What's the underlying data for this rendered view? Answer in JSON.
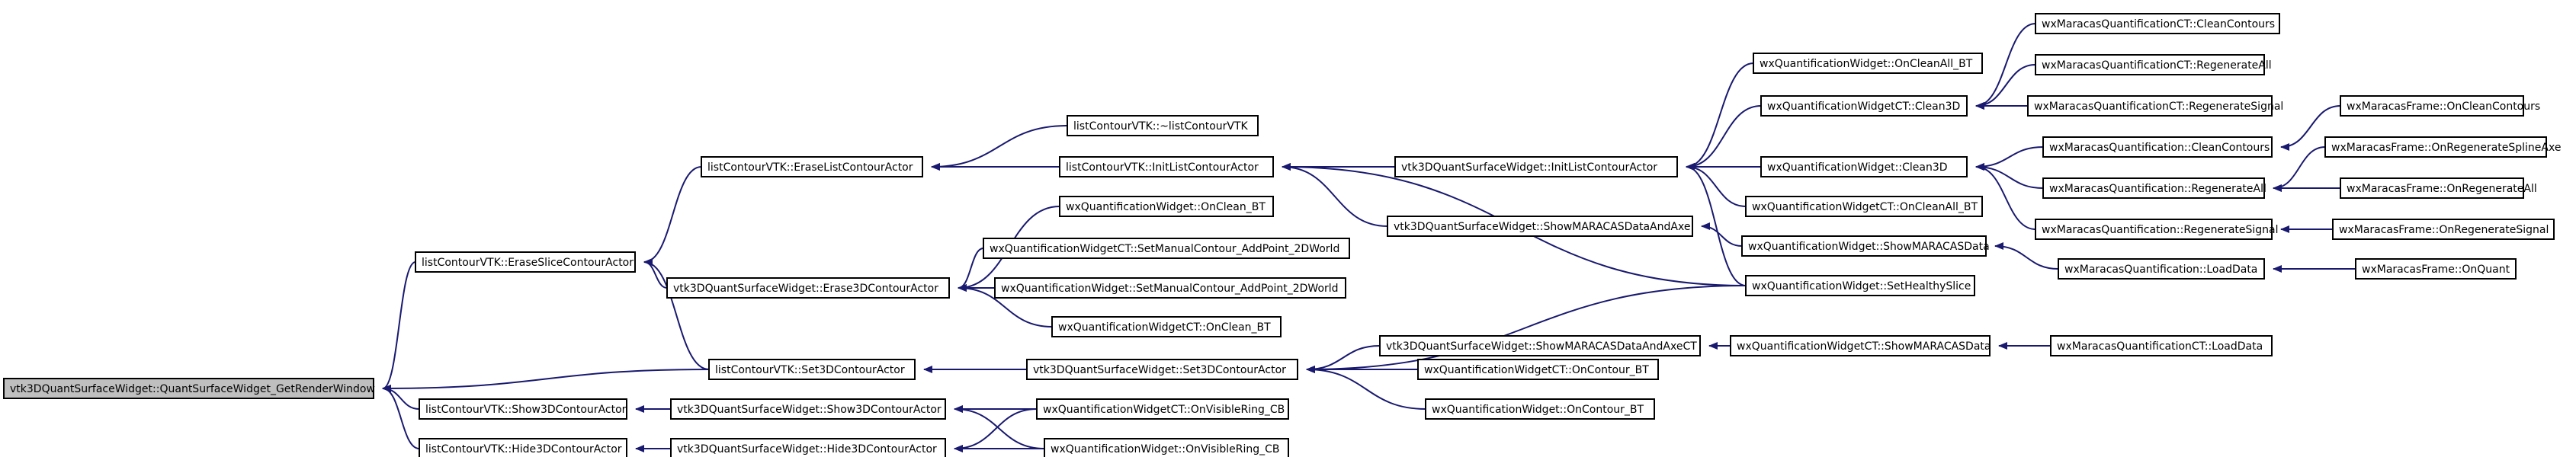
{
  "graph": {
    "type": "caller-graph",
    "colors": {
      "edge": "#191970",
      "root_fill": "#bfbfbf",
      "node_fill": "#ffffff",
      "border": "#000000"
    },
    "nodes": [
      {
        "id": "n0",
        "label": "vtk3DQuantSurfaceWidget::QuantSurfaceWidget_GetRenderWindow"
      },
      {
        "id": "n1",
        "label": "listContourVTK::EraseSliceContourActor"
      },
      {
        "id": "n2",
        "label": "listContourVTK::Set3DContourActor"
      },
      {
        "id": "n3",
        "label": "listContourVTK::Show3DContourActor"
      },
      {
        "id": "n4",
        "label": "listContourVTK::Hide3DContourActor"
      },
      {
        "id": "n5",
        "label": "listContourVTK::EraseListContourActor"
      },
      {
        "id": "n6",
        "label": "vtk3DQuantSurfaceWidget::Erase3DContourActor"
      },
      {
        "id": "n7",
        "label": "vtk3DQuantSurfaceWidget::Set3DContourActor"
      },
      {
        "id": "n8",
        "label": "vtk3DQuantSurfaceWidget::Show3DContourActor"
      },
      {
        "id": "n9",
        "label": "vtk3DQuantSurfaceWidget::Hide3DContourActor"
      },
      {
        "id": "n10",
        "label": "listContourVTK::~listContourVTK"
      },
      {
        "id": "n11",
        "label": "listContourVTK::InitListContourActor"
      },
      {
        "id": "n12",
        "label": "wxQuantificationWidget::OnClean_BT"
      },
      {
        "id": "n13",
        "label": "wxQuantificationWidgetCT::SetManualContour_AddPoint_2DWorld"
      },
      {
        "id": "n14",
        "label": "wxQuantificationWidget::SetManualContour_AddPoint_2DWorld"
      },
      {
        "id": "n15",
        "label": "wxQuantificationWidgetCT::OnClean_BT"
      },
      {
        "id": "n16",
        "label": "wxQuantificationWidgetCT::OnVisibleRing_CB"
      },
      {
        "id": "n17",
        "label": "wxQuantificationWidget::OnVisibleRing_CB"
      },
      {
        "id": "n18",
        "label": "vtk3DQuantSurfaceWidget::InitListContourActor"
      },
      {
        "id": "n19",
        "label": "vtk3DQuantSurfaceWidget::ShowMARACASDataAndAxe"
      },
      {
        "id": "n20",
        "label": "vtk3DQuantSurfaceWidget::ShowMARACASDataAndAxeCT"
      },
      {
        "id": "n21",
        "label": "wxQuantificationWidgetCT::OnContour_BT"
      },
      {
        "id": "n22",
        "label": "wxQuantificationWidget::OnContour_BT"
      },
      {
        "id": "n23",
        "label": "wxQuantificationWidget::OnCleanAll_BT"
      },
      {
        "id": "n24",
        "label": "wxQuantificationWidgetCT::Clean3D"
      },
      {
        "id": "n25",
        "label": "wxQuantificationWidget::Clean3D"
      },
      {
        "id": "n26",
        "label": "wxQuantificationWidgetCT::OnCleanAll_BT"
      },
      {
        "id": "n27",
        "label": "wxQuantificationWidget::ShowMARACASData"
      },
      {
        "id": "n28",
        "label": "wxQuantificationWidget::SetHealthySlice"
      },
      {
        "id": "n29",
        "label": "wxQuantificationWidgetCT::ShowMARACASData"
      },
      {
        "id": "n30",
        "label": "wxMaracasQuantificationCT::CleanContours"
      },
      {
        "id": "n31",
        "label": "wxMaracasQuantificationCT::RegenerateAll"
      },
      {
        "id": "n32",
        "label": "wxMaracasQuantificationCT::RegenerateSignal"
      },
      {
        "id": "n33",
        "label": "wxMaracasQuantification::CleanContours"
      },
      {
        "id": "n34",
        "label": "wxMaracasQuantification::RegenerateAll"
      },
      {
        "id": "n35",
        "label": "wxMaracasQuantification::RegenerateSignal"
      },
      {
        "id": "n36",
        "label": "wxMaracasQuantification::LoadData"
      },
      {
        "id": "n37",
        "label": "wxMaracasQuantificationCT::LoadData"
      },
      {
        "id": "n38",
        "label": "wxMaracasFrame::OnCleanContours"
      },
      {
        "id": "n39",
        "label": "wxMaracasFrame::OnRegenerateSplineAxe"
      },
      {
        "id": "n40",
        "label": "wxMaracasFrame::OnRegenerateAll"
      },
      {
        "id": "n41",
        "label": "wxMaracasFrame::OnRegenerateSignal"
      },
      {
        "id": "n42",
        "label": "wxMaracasFrame::OnQuant"
      }
    ]
  }
}
